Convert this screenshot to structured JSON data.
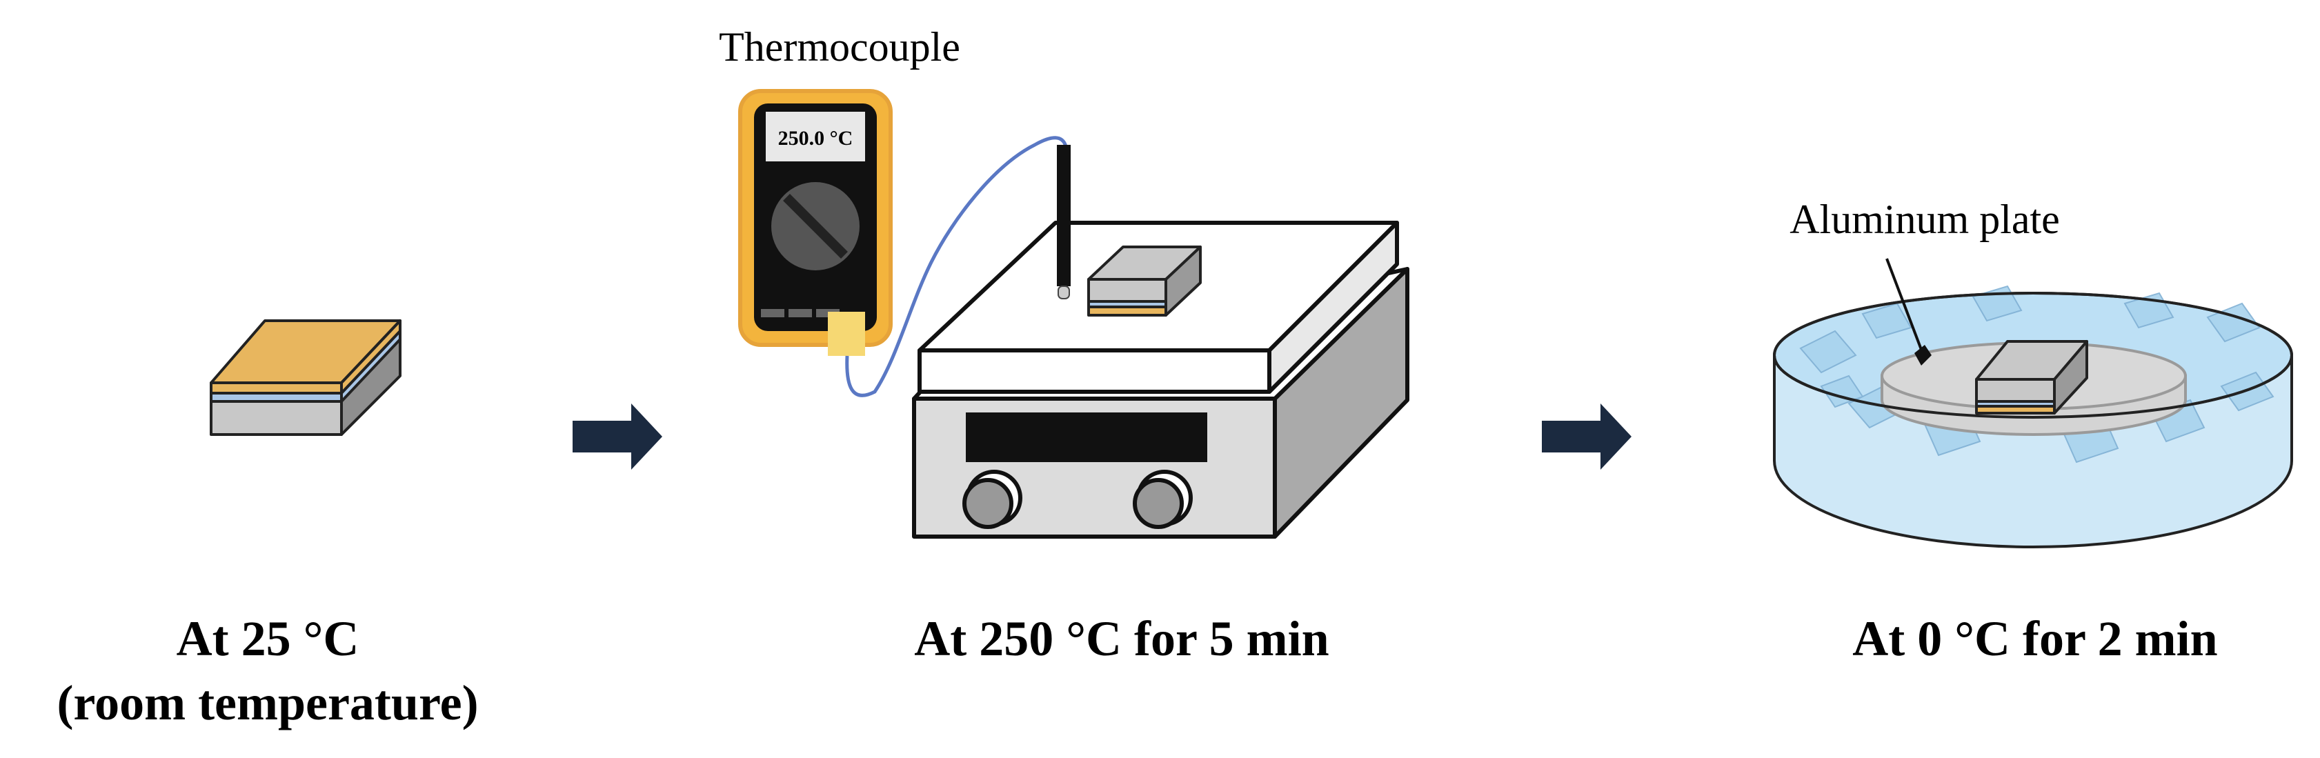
{
  "stages": [
    {
      "caption_lines": [
        "At 25 °C",
        "(room temperature)"
      ]
    },
    {
      "caption_lines": [
        "At 250 °C for 5 min"
      ]
    },
    {
      "caption_lines": [
        "At 0 °C for 2 min"
      ]
    }
  ],
  "labels": {
    "thermocouple": "Thermocouple",
    "aluminum_plate": "Aluminum plate"
  },
  "meter": {
    "reading": "250.0 °C"
  },
  "colors": {
    "arrow": "#1b2a40",
    "sample_gold": "#e8b65e",
    "sample_gray": "#c8c8c8",
    "sample_blue_layer": "#a9c6e6",
    "meter_body": "#f3b43d",
    "meter_face": "#111111",
    "wire": "#5a78c4",
    "ice_bath": "#cfe8f7",
    "ice_cube": "#a9d3ee"
  },
  "icons": [
    "right-arrow-icon",
    "multimeter-icon",
    "hot-plate-icon",
    "ice-bath-icon",
    "sample-icon"
  ]
}
